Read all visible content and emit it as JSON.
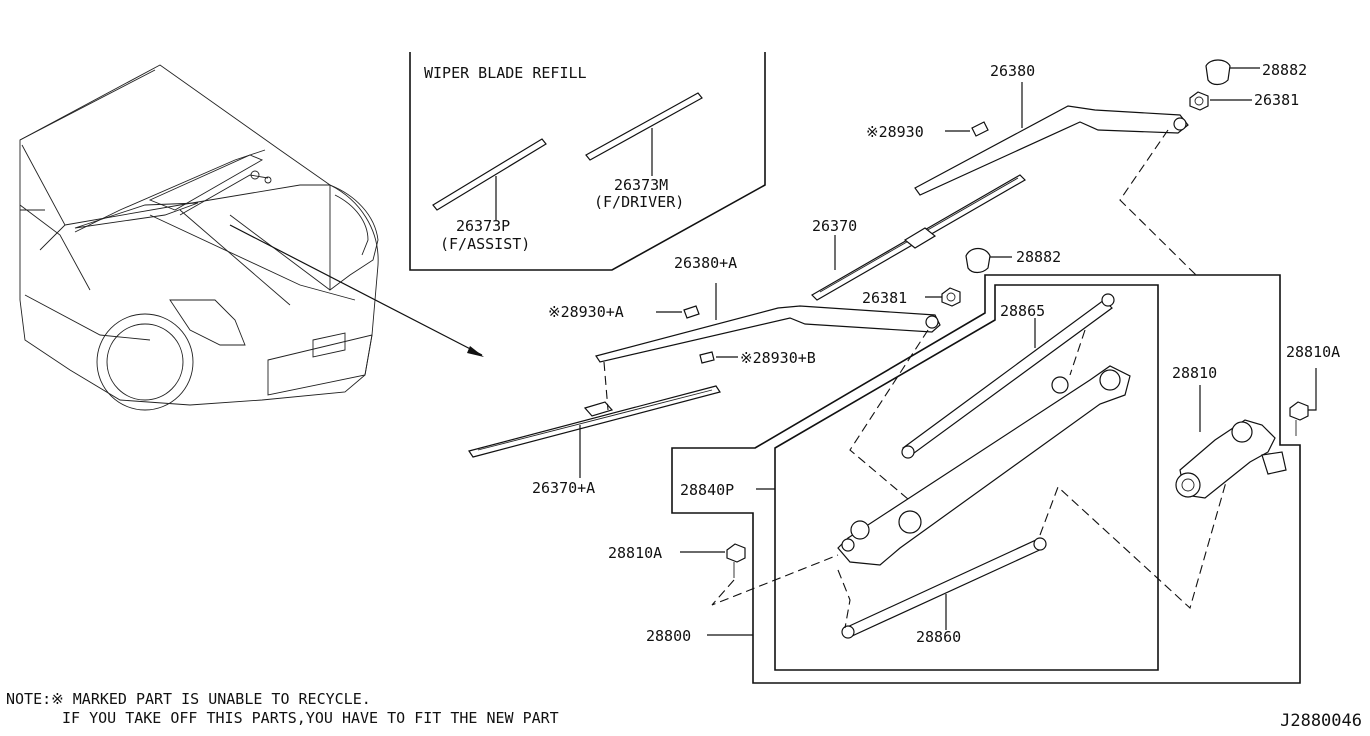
{
  "inset": {
    "title": "WIPER BLADE REFILL",
    "refill_assist": {
      "part": "26373P",
      "desc": "(F/ASSIST)"
    },
    "refill_driver": {
      "part": "26373M",
      "desc": "(F/DRIVER)"
    }
  },
  "parts": {
    "arm_driver": "26380",
    "cap_top": "28882",
    "nut_top": "26381",
    "clip_28930": "※28930",
    "blade_driver": "26370",
    "cap_mid": "28882",
    "arm_assist": "26380+A",
    "clip_28930A": "※28930+A",
    "nut_mid": "26381",
    "link_28865": "28865",
    "motor_bolt": "28810A",
    "motor": "28810",
    "clip_28930B": "※28930+B",
    "blade_assist": "26370+A",
    "linkage_assy": "28840P",
    "bolt_left": "28810A",
    "wiper_assy": "28800",
    "link_28860": "28860"
  },
  "note": {
    "line1": "NOTE:※ MARKED PART IS UNABLE TO RECYCLE.",
    "line2": "IF YOU TAKE OFF THIS PARTS,YOU HAVE TO FIT THE NEW PART"
  },
  "diagram_id": "J2880046"
}
